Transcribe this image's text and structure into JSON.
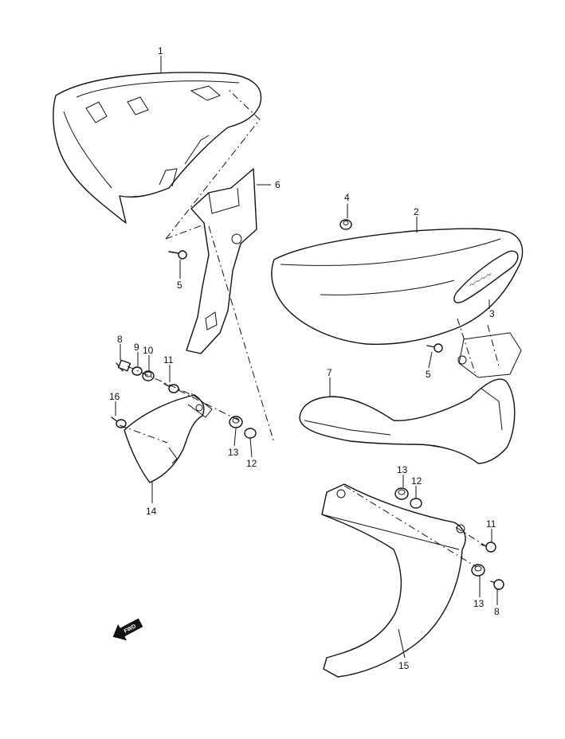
{
  "callouts": {
    "c1": "1",
    "c2": "2",
    "c3": "3",
    "c4": "4",
    "c5a": "5",
    "c5b": "5",
    "c6": "6",
    "c7": "7",
    "c8a": "8",
    "c8b": "8",
    "c9": "9",
    "c10": "10",
    "c11a": "11",
    "c11b": "11",
    "c12a": "12",
    "c12b": "12",
    "c13a": "13",
    "c13b": "13",
    "c13c": "13",
    "c14": "14",
    "c15": "15",
    "c16": "16"
  },
  "badge": {
    "fwd": "FWD"
  },
  "colors": {
    "line": "#111111",
    "background": "#ffffff"
  }
}
